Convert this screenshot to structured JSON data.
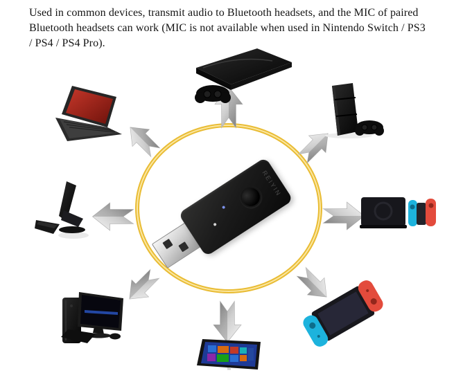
{
  "description": {
    "lines": [
      "Used in common devices, transmit audio to Bluetooth headsets, and the MIC of paired",
      "Bluetooth headsets can work (MIC is not available when used in Nintendo Switch / PS3",
      "/ PS4 / PS4 Pro)."
    ]
  },
  "dongle": {
    "brand": "REIYIN",
    "type": "USB Bluetooth audio transmitter",
    "body_color": "#161616",
    "usb_color": "#cfcfcf"
  },
  "ring": {
    "color": "#E9BC34",
    "inner_color": "#FBE7A2"
  },
  "arrows": {
    "color_light": "#f4f4f4",
    "color_dark": "#8c8c8c",
    "directions": [
      "up",
      "up-left",
      "up-right",
      "left",
      "right",
      "down-left",
      "down",
      "down-right"
    ]
  },
  "devices": [
    {
      "id": "laptop",
      "label": "Laptop",
      "position": "top-left"
    },
    {
      "id": "ps3",
      "label": "PS3 console with controller",
      "position": "top"
    },
    {
      "id": "ps4-pro",
      "label": "PS4 Pro with controller",
      "position": "top-right"
    },
    {
      "id": "all-in-one-pc",
      "label": "All-in-one PC with keyboard",
      "position": "left"
    },
    {
      "id": "switch-dock",
      "label": "Nintendo Switch dock with Joy-Con grip",
      "position": "right"
    },
    {
      "id": "desktop-pc",
      "label": "Desktop PC with monitor, keyboard and mouse",
      "position": "bottom-left"
    },
    {
      "id": "windows-tablet",
      "label": "Windows tablet",
      "position": "bottom"
    },
    {
      "id": "switch-handheld",
      "label": "Nintendo Switch handheld",
      "position": "bottom-right"
    }
  ],
  "colors": {
    "joycon_blue": "#1DB3DD",
    "joycon_red": "#E34B3C",
    "laptop_screen_red": "#B02A1E",
    "tablet_screen_blue": "#1E3A96"
  }
}
